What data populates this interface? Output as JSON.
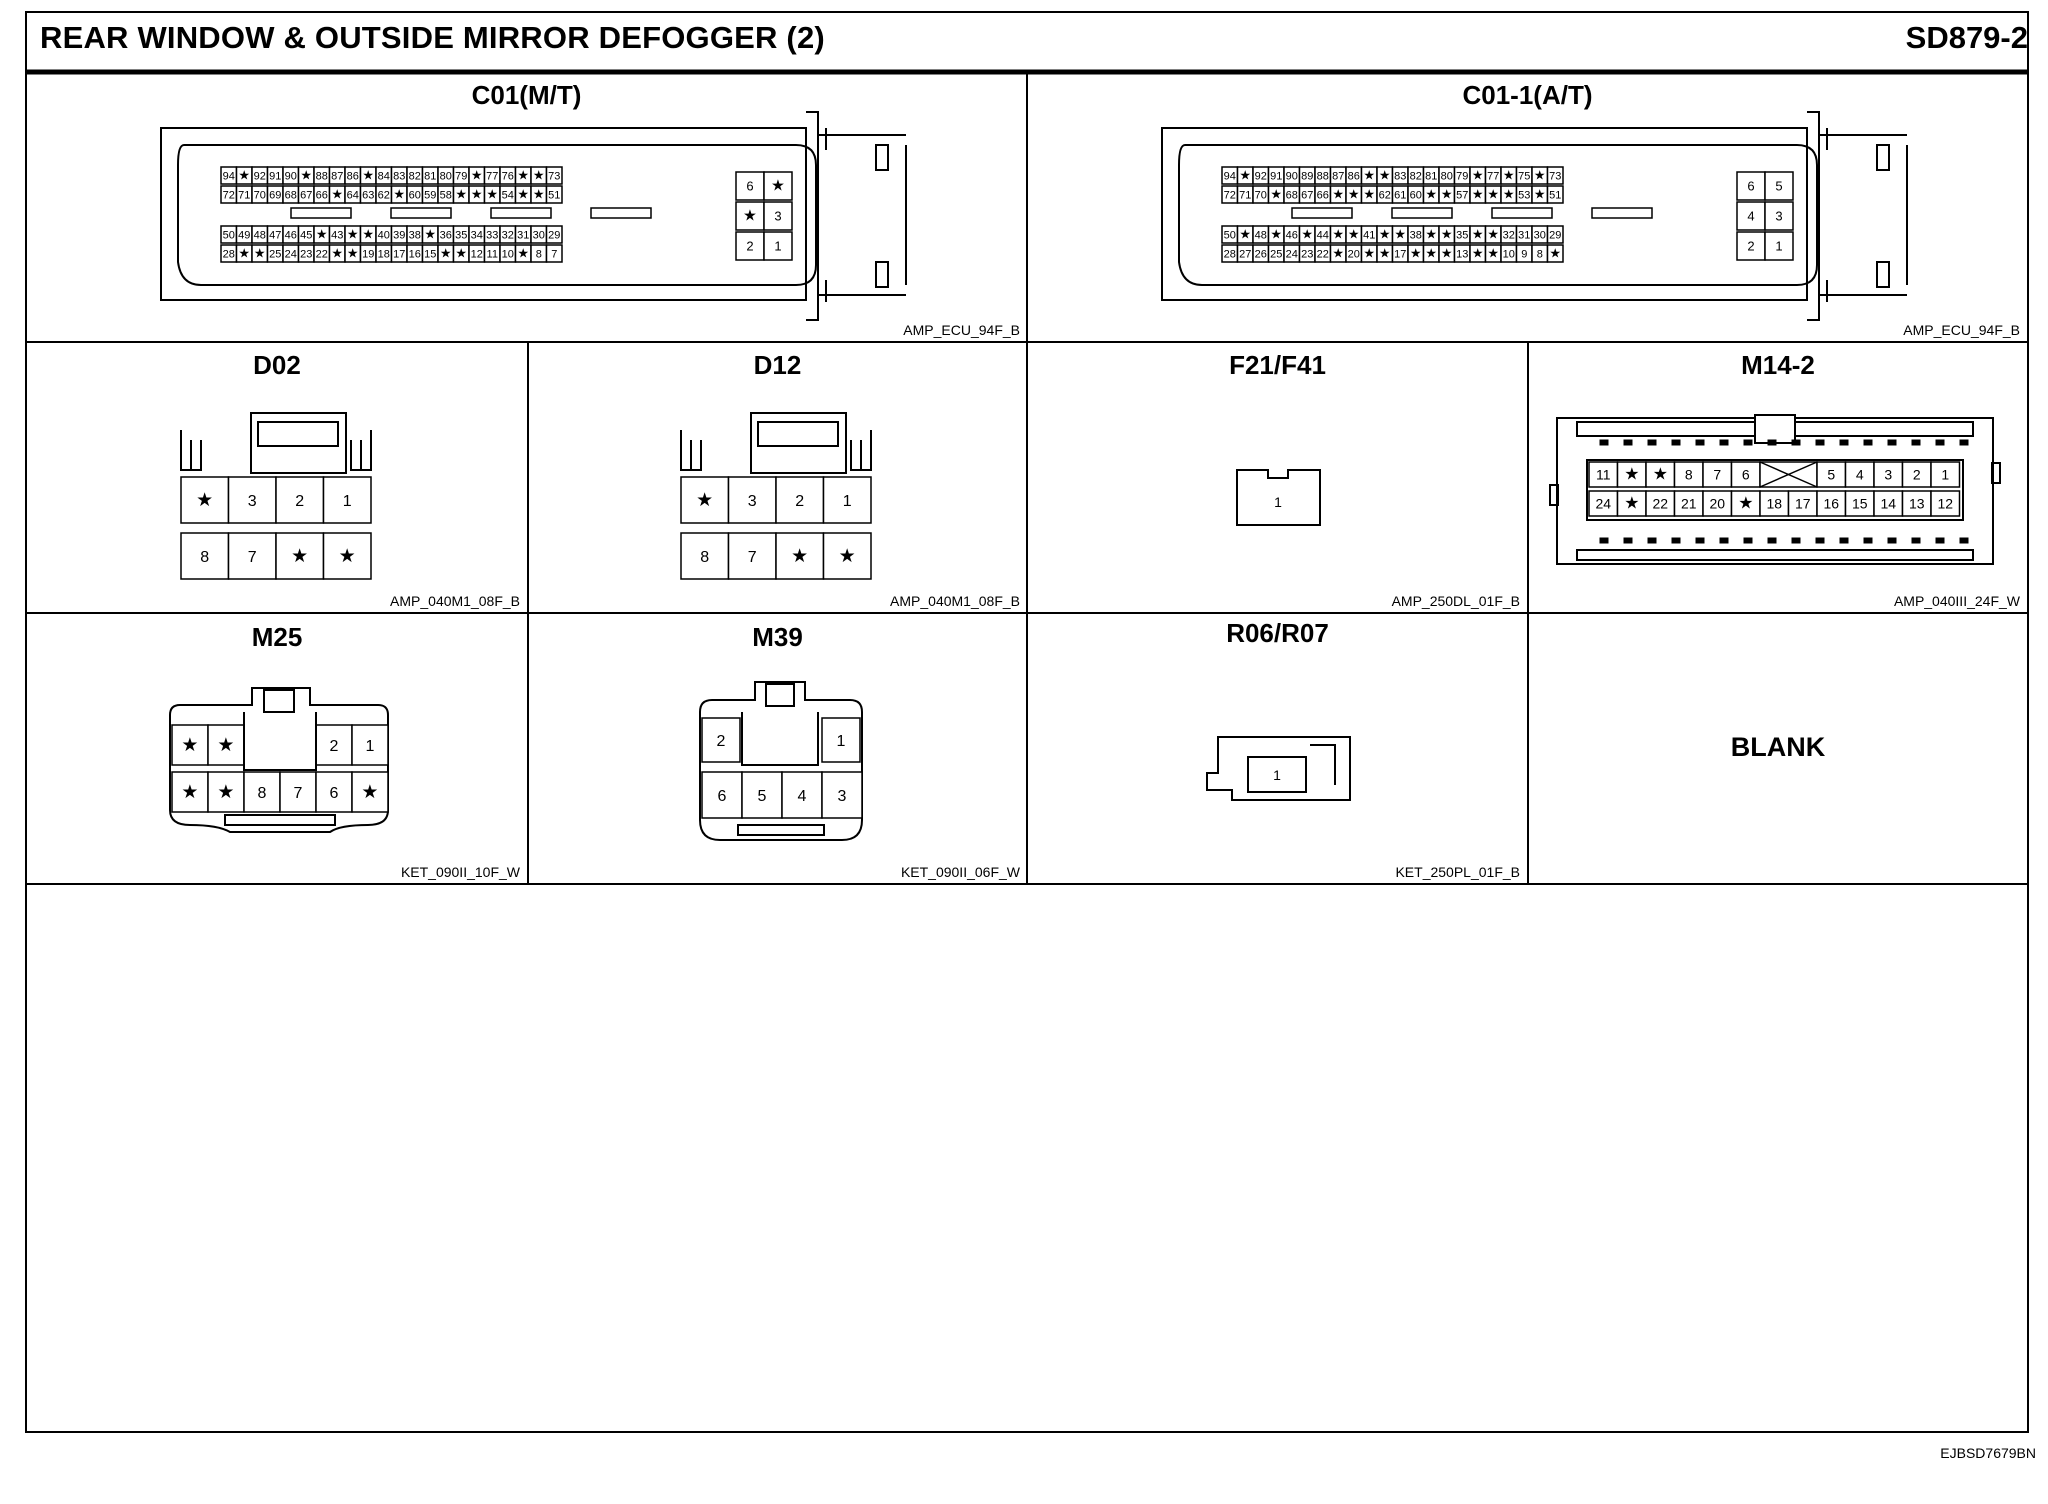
{
  "header": {
    "title": "REAR WINDOW & OUTSIDE MIRROR DEFOGGER (2)",
    "code": "SD879-2"
  },
  "footer": {
    "code": "EJBSD7679BN"
  },
  "connectors": [
    {
      "id": "c01-mt",
      "name": "C01(M/T)",
      "part": "AMP_ECU_94F_B",
      "main_rows": [
        [
          "94",
          "*",
          "92",
          "91",
          "90",
          "*",
          "88",
          "87",
          "86",
          "*",
          "84",
          "83",
          "82",
          "81",
          "80",
          "79",
          "*",
          "77",
          "76",
          "*",
          "*",
          "73"
        ],
        [
          "72",
          "71",
          "70",
          "69",
          "68",
          "67",
          "66",
          "*",
          "64",
          "63",
          "62",
          "*",
          "60",
          "59",
          "58",
          "*",
          "*",
          "*",
          "54",
          "*",
          "*",
          "51"
        ],
        [
          "50",
          "49",
          "48",
          "47",
          "46",
          "45",
          "*",
          "43",
          "*",
          "*",
          "40",
          "39",
          "38",
          "*",
          "36",
          "35",
          "34",
          "33",
          "32",
          "31",
          "30",
          "29"
        ],
        [
          "28",
          "*",
          "*",
          "25",
          "24",
          "23",
          "22",
          "*",
          "*",
          "19",
          "18",
          "17",
          "16",
          "15",
          "*",
          "*",
          "12",
          "11",
          "10",
          "*",
          "8",
          "7"
        ]
      ],
      "side_rows": [
        [
          "6",
          "*"
        ],
        [
          "*",
          "3"
        ],
        [
          "2",
          "1"
        ]
      ]
    },
    {
      "id": "c01-1-at",
      "name": "C01-1(A/T)",
      "part": "AMP_ECU_94F_B",
      "main_rows": [
        [
          "94",
          "*",
          "92",
          "91",
          "90",
          "89",
          "88",
          "87",
          "86",
          "*",
          "*",
          "83",
          "82",
          "81",
          "80",
          "79",
          "*",
          "77",
          "*",
          "75",
          "*",
          "73"
        ],
        [
          "72",
          "71",
          "70",
          "*",
          "68",
          "67",
          "66",
          "*",
          "*",
          "*",
          "62",
          "61",
          "60",
          "*",
          "*",
          "57",
          "*",
          "*",
          "*",
          "53",
          "*",
          "51"
        ],
        [
          "50",
          "*",
          "48",
          "*",
          "46",
          "*",
          "44",
          "*",
          "*",
          "41",
          "*",
          "*",
          "38",
          "*",
          "*",
          "35",
          "*",
          "*",
          "32",
          "31",
          "30",
          "29"
        ],
        [
          "28",
          "27",
          "26",
          "25",
          "24",
          "23",
          "22",
          "*",
          "20",
          "*",
          "*",
          "17",
          "*",
          "*",
          "*",
          "13",
          "*",
          "*",
          "10",
          "9",
          "8",
          "*"
        ]
      ],
      "side_rows": [
        [
          "6",
          "5"
        ],
        [
          "4",
          "3"
        ],
        [
          "2",
          "1"
        ]
      ]
    },
    {
      "id": "d02",
      "name": "D02",
      "part": "AMP_040M1_08F_B",
      "top_row": [
        "*",
        "3",
        "2",
        "1"
      ],
      "bottom_row": [
        "8",
        "7",
        "*",
        "*"
      ]
    },
    {
      "id": "d12",
      "name": "D12",
      "part": "AMP_040M1_08F_B",
      "top_row": [
        "*",
        "3",
        "2",
        "1"
      ],
      "bottom_row": [
        "8",
        "7",
        "*",
        "*"
      ]
    },
    {
      "id": "f21-f41",
      "name": "F21/F41",
      "part": "AMP_250DL_01F_B",
      "pins": [
        "1"
      ]
    },
    {
      "id": "m14-2",
      "name": "M14-2",
      "part": "AMP_040III_24F_W",
      "top_row": [
        "11",
        "*",
        "*",
        "8",
        "7",
        "6",
        "X",
        "5",
        "4",
        "3",
        "2",
        "1"
      ],
      "bottom_row": [
        "24",
        "*",
        "22",
        "21",
        "20",
        "*",
        "18",
        "17",
        "16",
        "15",
        "14",
        "13",
        "12"
      ]
    },
    {
      "id": "m25",
      "name": "M25",
      "part": "KET_090II_10F_W",
      "top_row": [
        "*",
        "*",
        "",
        "",
        "2",
        "1"
      ],
      "bottom_row": [
        "*",
        "*",
        "8",
        "7",
        "6",
        "*"
      ]
    },
    {
      "id": "m39",
      "name": "M39",
      "part": "KET_090II_06F_W",
      "top_row": [
        "2",
        "",
        "1"
      ],
      "bottom_row": [
        "6",
        "5",
        "4",
        "3"
      ]
    },
    {
      "id": "r06-r07",
      "name": "R06/R07",
      "part": "KET_250PL_01F_B",
      "pins": [
        "1"
      ]
    }
  ],
  "blank_cell": {
    "label": "BLANK"
  }
}
